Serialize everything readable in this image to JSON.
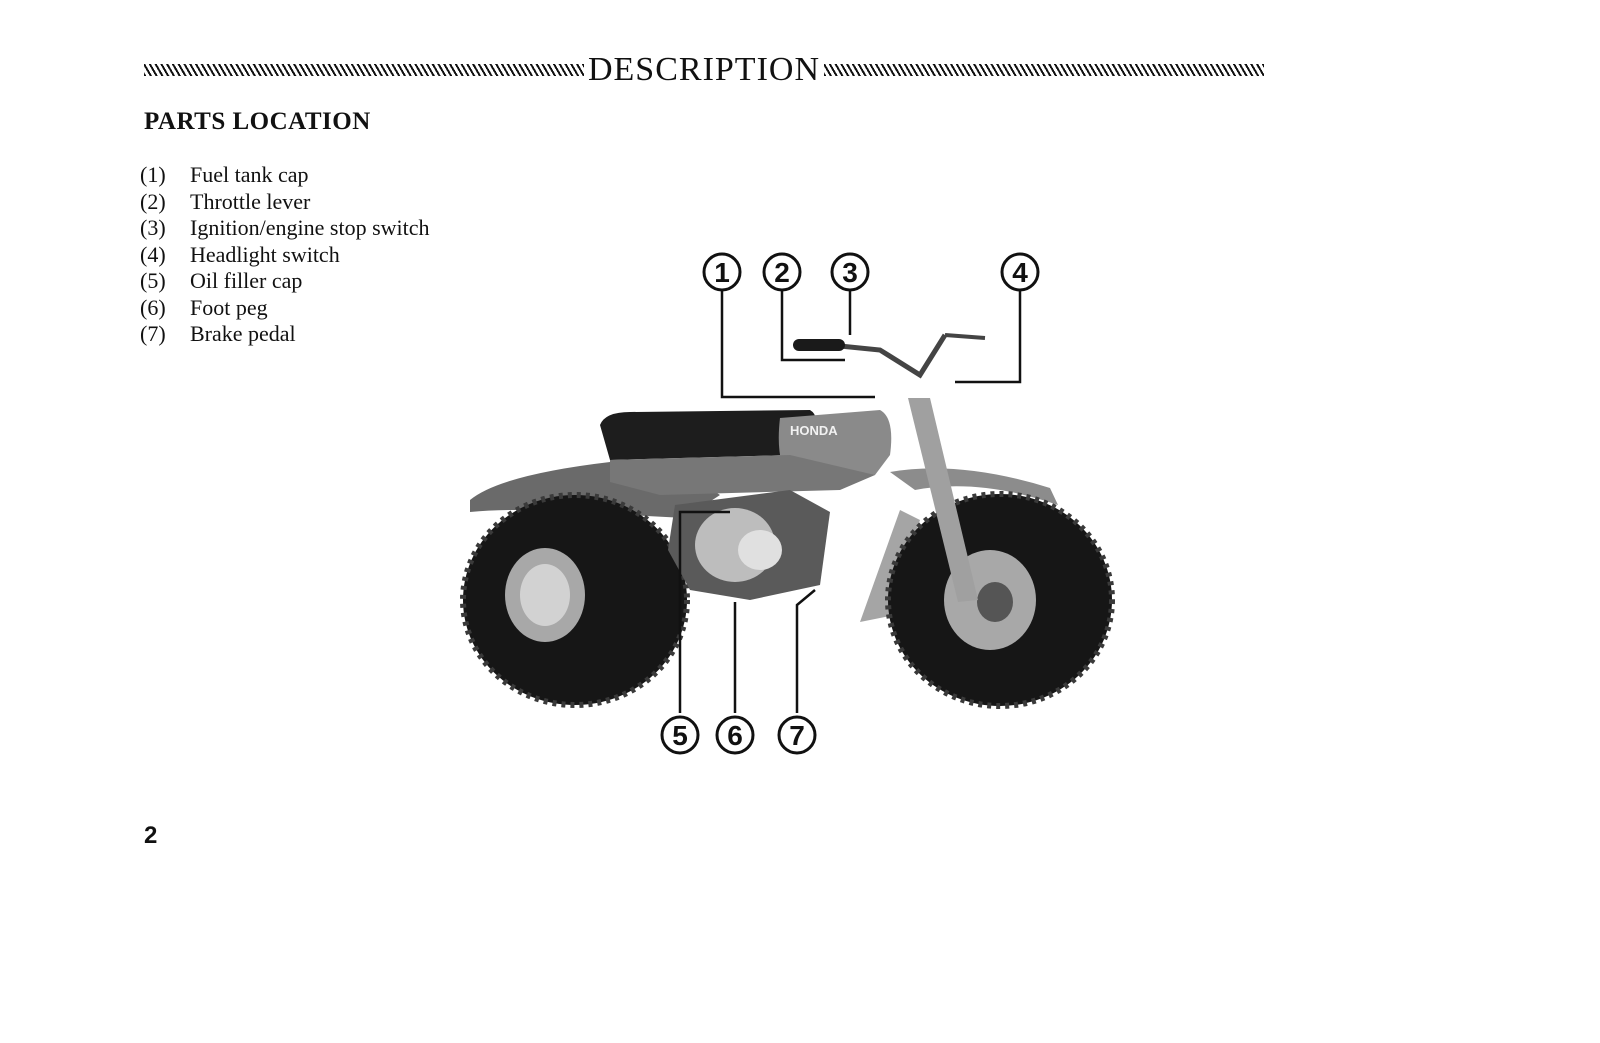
{
  "header": {
    "title": "DESCRIPTION"
  },
  "section": {
    "title": "PARTS LOCATION"
  },
  "parts": [
    {
      "num": "(1)",
      "label": "Fuel tank cap"
    },
    {
      "num": "(2)",
      "label": "Throttle lever"
    },
    {
      "num": "(3)",
      "label": "Ignition/engine stop switch"
    },
    {
      "num": "(4)",
      "label": "Headlight switch"
    },
    {
      "num": "(5)",
      "label": "Oil filler cap"
    },
    {
      "num": "(6)",
      "label": "Foot peg"
    },
    {
      "num": "(7)",
      "label": "Brake pedal"
    }
  ],
  "figure": {
    "callouts": [
      "1",
      "2",
      "3",
      "4",
      "5",
      "6",
      "7"
    ],
    "brand_text": "HONDA"
  },
  "footer": {
    "page_number": "2"
  }
}
